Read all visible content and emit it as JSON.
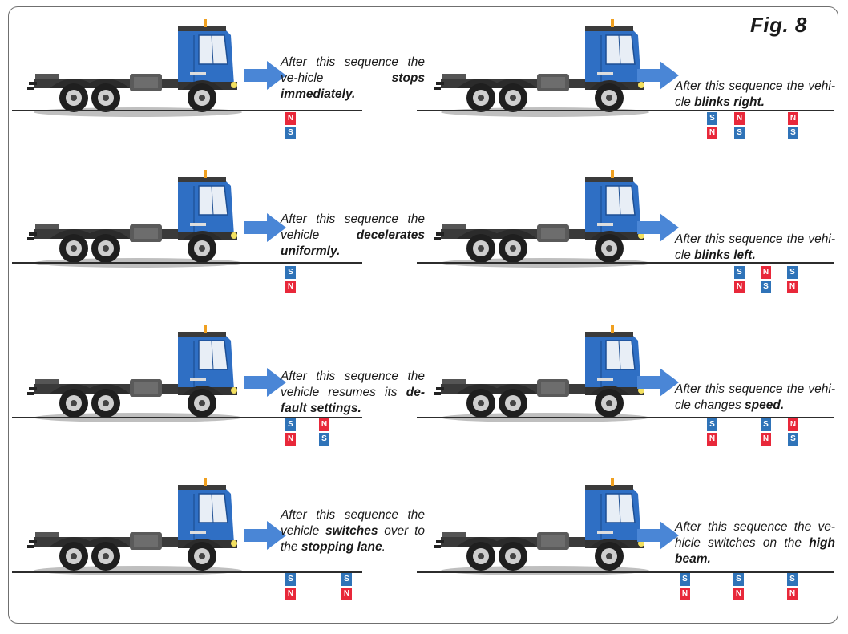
{
  "figure": {
    "title": "Fig. 8"
  },
  "colors": {
    "truck_blue": "#2f6fc4",
    "arrow_blue": "#4a86d6",
    "magnet_north": "#e8283a",
    "magnet_south": "#2f73b8"
  },
  "panels": [
    {
      "id": "stop",
      "text_parts": [
        {
          "t": "After this sequence the ve-hicle ",
          "b": false
        },
        {
          "t": "stops immediately.",
          "b": true
        }
      ],
      "magnets": [
        {
          "top": "N",
          "bottom": "S"
        }
      ]
    },
    {
      "id": "blink-right",
      "text_parts": [
        {
          "t": "After this sequence the vehi-cle ",
          "b": false
        },
        {
          "t": "blinks right.",
          "b": true
        }
      ],
      "magnets": [
        {
          "top": "S",
          "bottom": "N"
        },
        {
          "top": "N",
          "bottom": "S"
        },
        {
          "top": "N",
          "bottom": "S"
        }
      ]
    },
    {
      "id": "decelerate",
      "text_parts": [
        {
          "t": "After this sequence the vehicle ",
          "b": false
        },
        {
          "t": "decelerates uniformly.",
          "b": true
        }
      ],
      "magnets": [
        {
          "top": "S",
          "bottom": "N"
        }
      ]
    },
    {
      "id": "blink-left",
      "text_parts": [
        {
          "t": "After this sequence the vehi-cle ",
          "b": false
        },
        {
          "t": "blinks left.",
          "b": true
        }
      ],
      "magnets": [
        {
          "top": "S",
          "bottom": "N"
        },
        {
          "top": "N",
          "bottom": "S"
        },
        {
          "top": "S",
          "bottom": "N"
        }
      ]
    },
    {
      "id": "default",
      "text_parts": [
        {
          "t": "After this sequence the vehicle resumes its ",
          "b": false
        },
        {
          "t": "de-fault settings.",
          "b": true
        }
      ],
      "magnets": [
        {
          "top": "S",
          "bottom": "N"
        },
        {
          "top": "N",
          "bottom": "S"
        }
      ]
    },
    {
      "id": "speed",
      "text_parts": [
        {
          "t": "After this sequence the vehi-cle changes ",
          "b": false
        },
        {
          "t": "speed.",
          "b": true
        }
      ],
      "magnets": [
        {
          "top": "S",
          "bottom": "N"
        },
        {
          "top": "S",
          "bottom": "N"
        },
        {
          "top": "N",
          "bottom": "S"
        }
      ]
    },
    {
      "id": "stopping-lane",
      "text_parts": [
        {
          "t": "After this sequence the vehicle ",
          "b": false
        },
        {
          "t": "switches",
          "b": true
        },
        {
          "t": " over to the ",
          "b": false
        },
        {
          "t": "stopping lane",
          "b": true
        },
        {
          "t": ".",
          "b": false
        }
      ],
      "magnets": [
        {
          "top": "S",
          "bottom": "N"
        },
        {
          "top": "S",
          "bottom": "N"
        }
      ]
    },
    {
      "id": "high-beam",
      "text_parts": [
        {
          "t": "After this sequence the ve-hicle switches on the ",
          "b": false
        },
        {
          "t": "high beam.",
          "b": true
        }
      ],
      "magnets": [
        {
          "top": "S",
          "bottom": "N"
        },
        {
          "top": "S",
          "bottom": "N"
        },
        {
          "top": "S",
          "bottom": "N"
        }
      ]
    }
  ]
}
